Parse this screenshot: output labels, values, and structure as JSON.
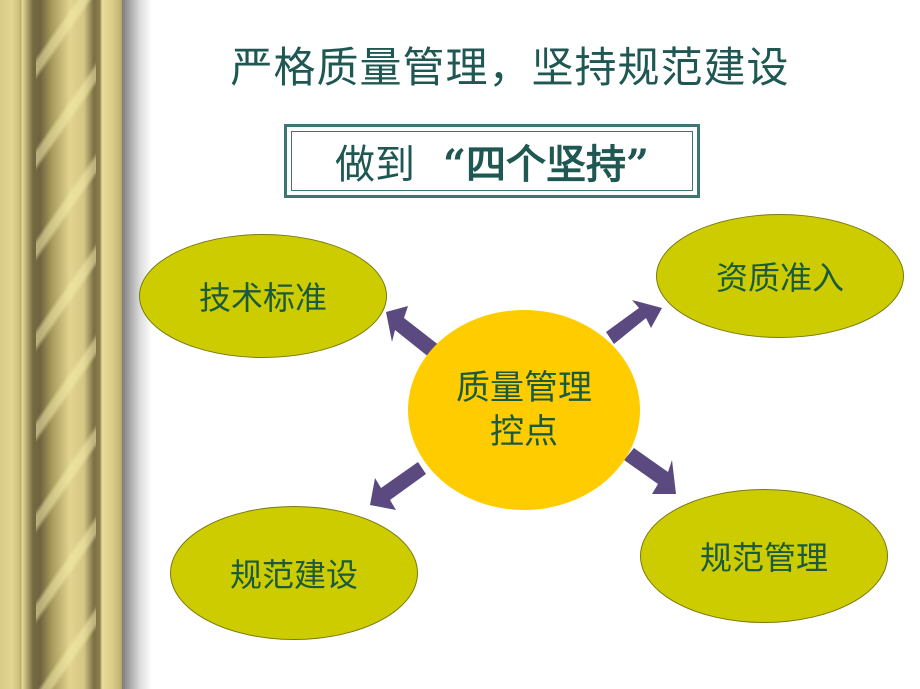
{
  "title": "严格质量管理，坚持规范建设",
  "subtitle": {
    "prefix": "做到",
    "emphasis": "“四个坚持”"
  },
  "diagram": {
    "center": {
      "line1": "质量管理",
      "line2": "控点",
      "color": "#ffcc00"
    },
    "nodes": [
      {
        "label": "技术标准",
        "position": "top-left"
      },
      {
        "label": "资质准入",
        "position": "top-right"
      },
      {
        "label": "规范建设",
        "position": "bottom-left"
      },
      {
        "label": "规范管理",
        "position": "bottom-right"
      }
    ],
    "node_color": "#cccc00",
    "arrow_color": "#5a4a80",
    "text_color": "#1f5752"
  }
}
